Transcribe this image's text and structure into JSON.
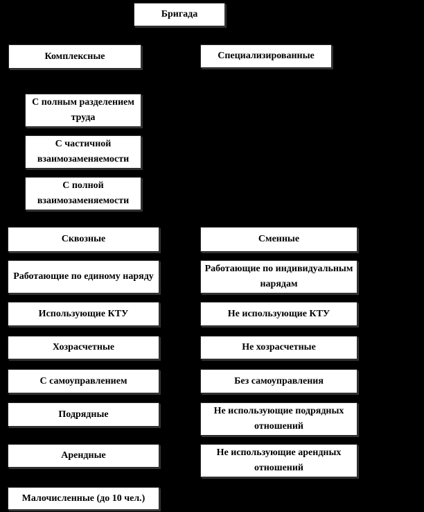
{
  "diagram": {
    "title": "Бригада",
    "background_color": "#000000",
    "box_fill_color": "#ffffff",
    "box_text_color": "#000000",
    "root": {
      "label": "Бригада"
    },
    "type_row": {
      "left": {
        "label": "Комплексные"
      },
      "right": {
        "label": "Специализированные"
      }
    },
    "complex_subtypes": [
      {
        "label": "С полным разделением труда"
      },
      {
        "label": "С частичной взаимозаменяемости"
      },
      {
        "label": "С полной взаимозаменяемости"
      }
    ],
    "paired_rows": [
      {
        "left": "Сквозные",
        "right": "Сменные"
      },
      {
        "left": "Работающие по единому наряду",
        "right": "Работающие по индивидуальным нарядам"
      },
      {
        "left": "Использующие КТУ",
        "right": "Не использующие КТУ"
      },
      {
        "left": "Хозрасчетные",
        "right": "Не хозрасчетные"
      },
      {
        "left": "С самоуправлением",
        "right": "Без самоуправления"
      },
      {
        "left": "Подрядные",
        "right": "Не использующие подрядных отношений"
      },
      {
        "left": "Арендные",
        "right": "Не использующие арендных отношений"
      }
    ],
    "bottom": {
      "label": "Малочисленные (до 10 чел.)"
    }
  }
}
